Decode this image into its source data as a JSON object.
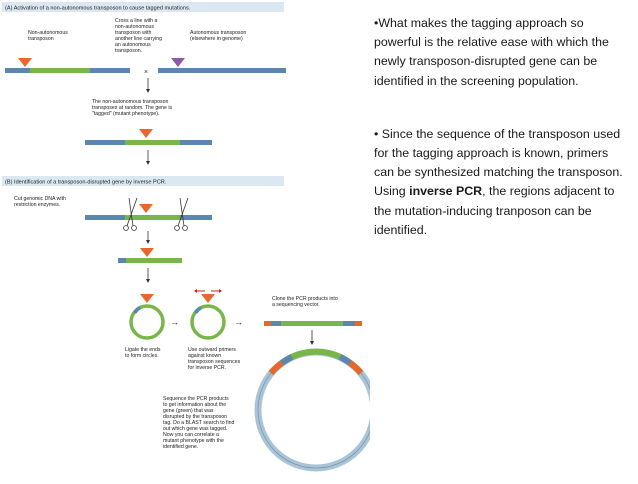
{
  "figure": {
    "panel_a": {
      "header": "(A)  Activation of a non-autonomous transposon to cause tagged mutations.",
      "label_non_autonomous": [
        "Non-autonomous",
        "transposon"
      ],
      "label_cross": [
        "Cross a line with a",
        "non-autonomous",
        "transposon with",
        "another line carrying",
        "an autonomous",
        "transposon."
      ],
      "label_autonomous": [
        "Autonomous transposon",
        "(elsewhere in genome)"
      ],
      "cross_symbol": "×",
      "label_transposes": [
        "The non-autonomous transposon",
        "transposes at random. The gene is",
        "\"tagged\" (mutant phenotype)."
      ]
    },
    "panel_b": {
      "header": "(B)  Identification of a transposon-disrupted gene by inverse PCR.",
      "label_cut": [
        "Cut genomic DNA with",
        "restriction enzymes."
      ],
      "label_ligate": [
        "Ligate the ends",
        "to form circles."
      ],
      "label_primers": [
        "Use outward primers",
        "against known",
        "transposon sequences",
        "for inverse PCR."
      ],
      "label_clone": [
        "Clone the PCR products into",
        "a sequencing vector."
      ],
      "label_sequence": [
        "Sequence the PCR products",
        "to get information about the",
        "gene (green) that was",
        "disrupted by the transposon",
        "tag. Do a BLAST search to find",
        "out which gene was tagged.",
        "Now you can correlate a",
        "mutant phenotype with the",
        "identified gene."
      ]
    }
  },
  "colors": {
    "dna_blue": "#5b86b0",
    "gene_green": "#78b64a",
    "transposon_orange": "#e8672c",
    "autonomous_purple": "#8e5aa8",
    "vector_ring": "#a9c4d6"
  },
  "bullets": [
    {
      "text": "•What makes the tagging approach so powerful is the relative ease with which the newly transposon-disrupted gene can be identified in the screening population."
    },
    {
      "pre": "• Since the sequence of the transposon used for the tagging approach is known, primers can be synthesized matching the transposon. Using ",
      "bold": "inverse PCR",
      "post": ", the regions adjacent to the mutation-inducing tranposon can be identified."
    }
  ]
}
